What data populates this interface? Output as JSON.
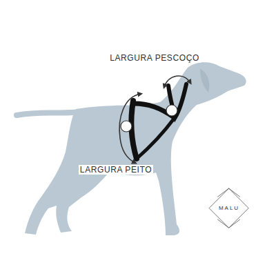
{
  "diagram": {
    "nodes": [
      {
        "text": [
          "MALU"
        ]
      }
    ],
    "labels": [
      "LARGURA PESCOÇO",
      "LARGURA PEITO"
    ]
  }
}
